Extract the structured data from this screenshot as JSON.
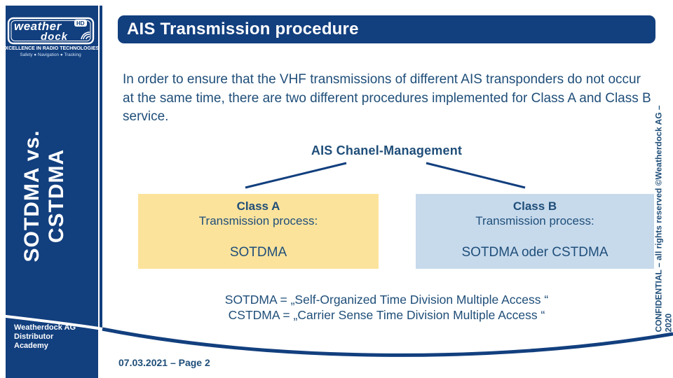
{
  "slide": {
    "title": "AIS Transmission procedure",
    "intro": "In order to ensure that the VHF transmissions of different AIS transponders do not occur at the same time, there are two different procedures  implemented for Class A and Class B service.",
    "diagram": {
      "heading": "AIS Chanel-Management",
      "class_a": {
        "title": "Class A",
        "subtitle": "Transmission process:",
        "value": "SOTDMA"
      },
      "class_b": {
        "title": "Class B",
        "subtitle": "Transmission process:",
        "value": "SOTDMA oder CSTDMA"
      }
    },
    "definitions": {
      "line1": "SOTDMA = „Self-Organized Time Division Multiple Access “",
      "line2": "CSTDMA = „Carrier Sense Time Division Multiple Access “"
    },
    "sidebar": {
      "vertical_title_line1": "SOTDMA vs.",
      "vertical_title_line2": "CSTDMA",
      "org_line1": "Weatherdock AG",
      "org_line2": "Distributor",
      "org_line3": "Academy"
    },
    "logo": {
      "brand_top": "weather",
      "brand_bottom": "dock",
      "badge": "HD",
      "tagline1": "EXCELLENCE IN RADIO TECHNOLOGIES",
      "tagline2": "Safety ● Navigation ● Tracking"
    },
    "confidential": {
      "line1": "CONFIDENTIAL – all rights reserved ©Weatherdock AG –",
      "line2": "2020"
    },
    "footer": {
      "date_page": "07.03.2021 – Page 2"
    },
    "colors": {
      "brand_blue": "#123f7e",
      "text_blue": "#1f4e79",
      "class_a_bg": "#fce39c",
      "class_b_bg": "#c7daec"
    }
  }
}
